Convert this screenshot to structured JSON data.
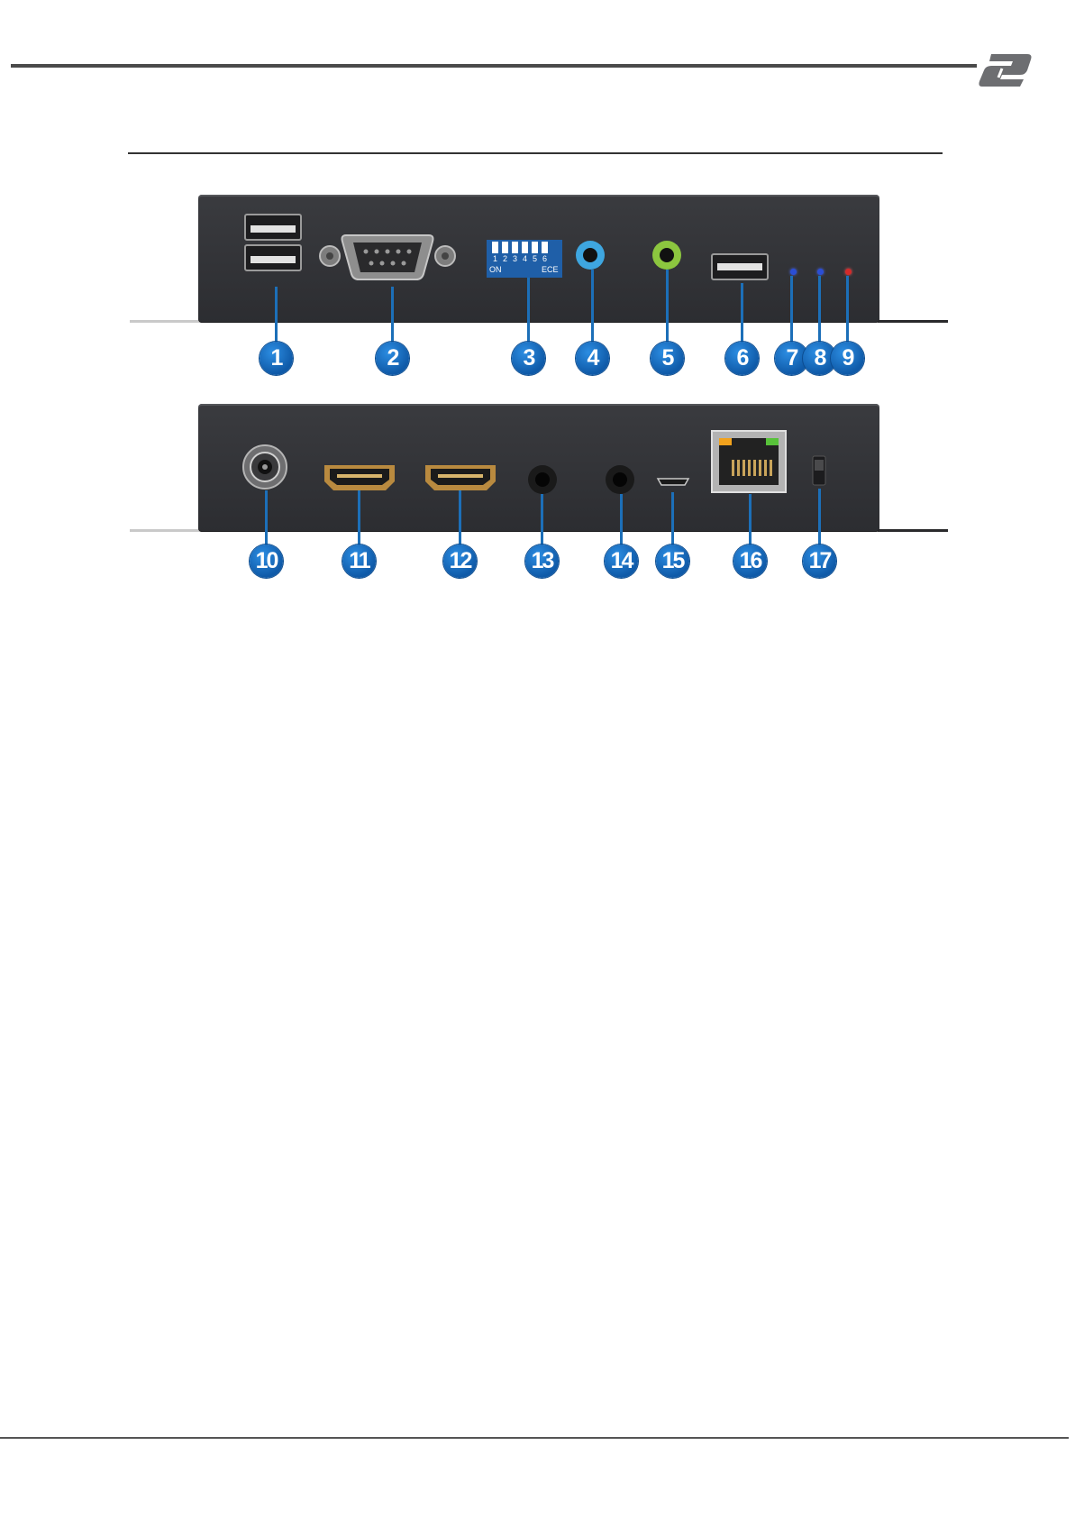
{
  "callouts": {
    "top_row": [
      "1",
      "2",
      "3",
      "4",
      "5",
      "6",
      "7",
      "8",
      "9"
    ],
    "bottom_row": [
      "10",
      "11",
      "12",
      "13",
      "14",
      "15",
      "16",
      "17"
    ]
  },
  "dip_switch": {
    "numbers": [
      "1",
      "2",
      "3",
      "4",
      "5",
      "6"
    ],
    "on_label": "ON",
    "ece_label": "ECE"
  },
  "colors": {
    "panel": "#2f3034",
    "badge": "#1565b5",
    "jack_blue": "#3ea6e0",
    "jack_green": "#8cc63f",
    "led_blue": "#2b4ed6",
    "led_red": "#d42a2a"
  },
  "icons": [
    "brand-logo-icon"
  ]
}
